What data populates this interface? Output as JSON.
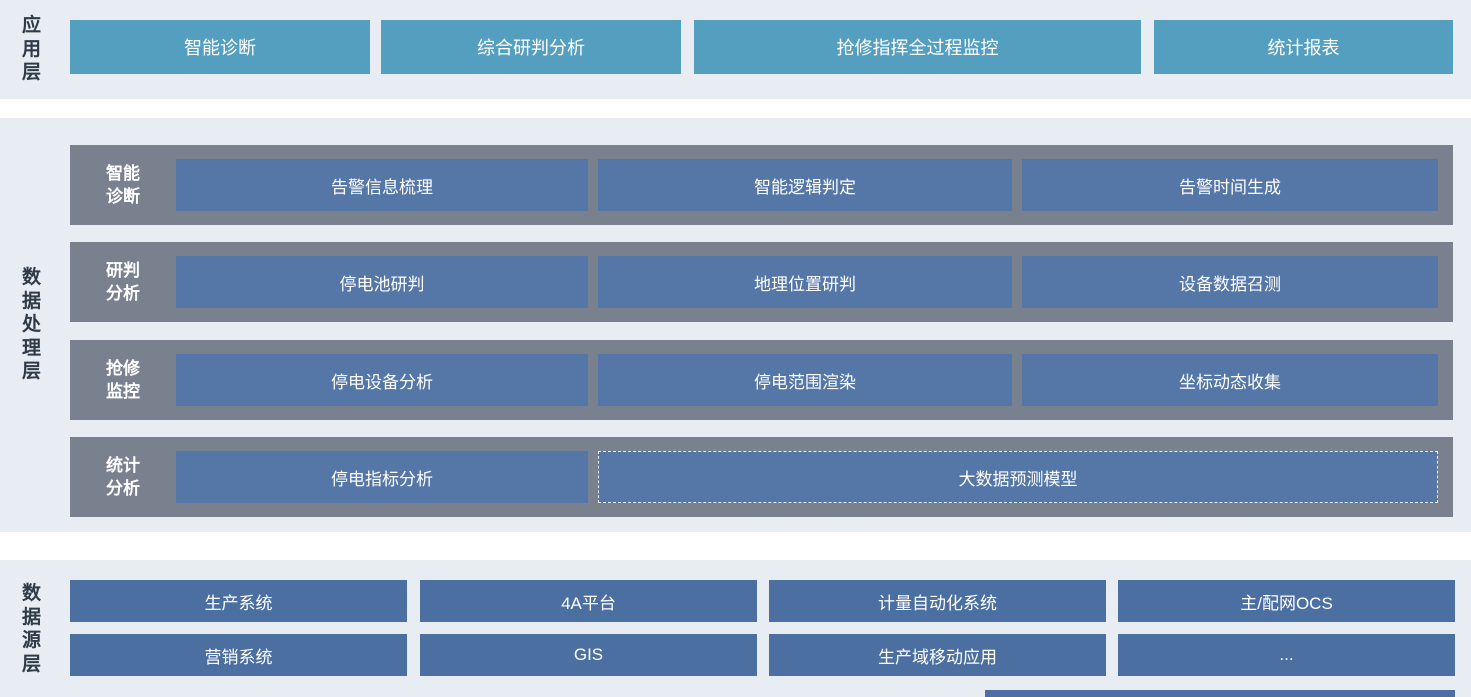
{
  "application": {
    "label": "应用层",
    "items": [
      "智能诊断",
      "综合研判分析",
      "抢修指挥全过程监控",
      "统计报表"
    ]
  },
  "processing": {
    "label": "数据处理层",
    "rows": [
      {
        "label": "智能\n诊断",
        "items": [
          "告警信息梳理",
          "智能逻辑判定",
          "告警时间生成"
        ]
      },
      {
        "label": "研判\n分析",
        "items": [
          "停电池研判",
          "地理位置研判",
          "设备数据召测"
        ]
      },
      {
        "label": "抢修\n监控",
        "items": [
          "停电设备分析",
          "停电范围渲染",
          "坐标动态收集"
        ]
      },
      {
        "label": "统计\n分析",
        "items": [
          "停电指标分析",
          "大数据预测模型"
        ]
      }
    ]
  },
  "source": {
    "label": "数据源层",
    "rows": [
      [
        "生产系统",
        "4A平台",
        "计量自动化系统",
        "主/配网OCS"
      ],
      [
        "营销系统",
        "GIS",
        "生产域移动应用",
        "..."
      ]
    ]
  },
  "colors": {
    "band_bg": "#e7edf3",
    "teal": "#549fc0",
    "row_bg": "#79818f",
    "box_blue": "#5577a7",
    "source_blue": "#4b6fa0",
    "label_dark": "#2f3a47"
  }
}
